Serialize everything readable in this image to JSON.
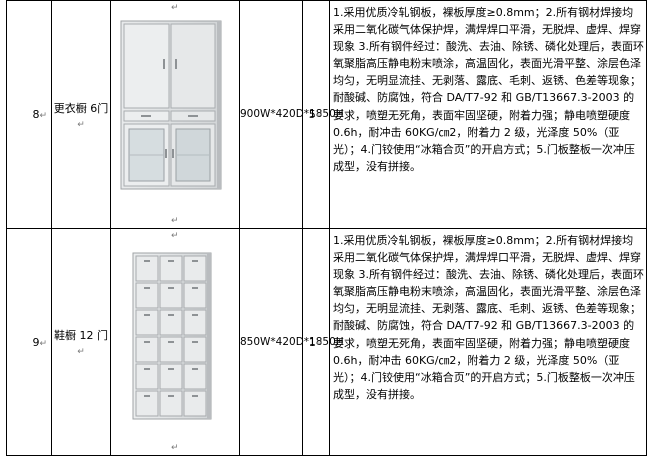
{
  "mark": "↵",
  "rows": [
    {
      "no": "8",
      "name": "更衣橱 6门",
      "size": "900W*420D*1850H",
      "qty": "5",
      "desc": "1.采用优质冷轧钢板，裸板厚度≥0.8mm；2.所有钢材焊接均采用二氧化碳气体保护焊，满焊焊口平滑，无脱焊、虚焊、焊穿现象 3.所有钢件经过：酸洗、去油、除锈、磷化处理后，表面环氧聚脂高压静电粉末喷涂，高温固化，表面光滑平整、涂层色泽均匀，无明显流挂、无剥落、露底、毛刺、返锈、色差等现象；耐酸碱、防腐蚀，符合 DA/T7-92 和 GB/T13667.3-2003 的要求，喷塑无死角，表面牢固坚硬，附着力强；静电喷塑硬度 0.6h，耐冲击 60KG/㎝2，附着力 2 级，光泽度 50%（亚光）；4.门铰使用“冰箱合页”的开启方式；5.门板整板一次冲压成型，没有拼接。"
    },
    {
      "no": "9",
      "name": "鞋橱 12 门",
      "size": "850W*420D*1850H",
      "qty": "1",
      "desc": "1.采用优质冷轧钢板，裸板厚度≥0.8mm；2.所有钢材焊接均采用二氧化碳气体保护焊，满焊焊口平滑，无脱焊、虚焊、焊穿现象 3.所有钢件经过：酸洗、去油、除锈、磷化处理后，表面环氧聚脂高压静电粉末喷涂，高温固化，表面光滑平整、涂层色泽均匀，无明显流挂、无剥落、露底、毛刺、返锈、色差等现象；耐酸碱、防腐蚀，符合 DA/T7-92 和 GB/T13667.3-2003 的要求，喷塑无死角，表面牢固坚硬，附着力强；静电喷塑硬度 0.6h，耐冲击 60KG/㎝2，附着力 2 级，光泽度 50%（亚光）；4.门铰使用“冰箱合页”的开启方式；5.门板整板一次冲压成型，没有拼接。"
    }
  ]
}
